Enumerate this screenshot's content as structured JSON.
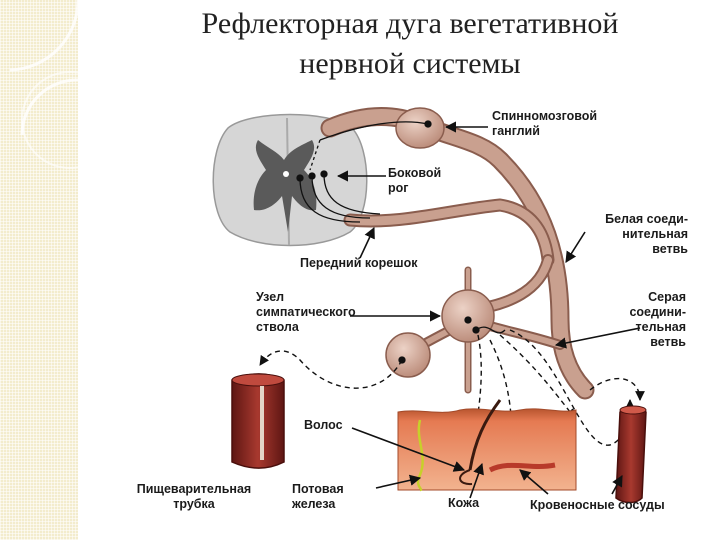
{
  "title": {
    "line1": "Рефлекторная дуга вегетативной",
    "line2": "нервной системы"
  },
  "labels": {
    "spinal_ganglion": [
      "Спинномозговой",
      "ганглий"
    ],
    "lateral_horn": [
      "Боковой",
      "рог"
    ],
    "white_ramus": [
      "Белая соеди-",
      "нительная",
      "ветвь"
    ],
    "anterior_root": "Передний корешок",
    "sympathetic_node": [
      "Узел",
      "симпатического",
      "ствола"
    ],
    "gray_ramus": [
      "Серая",
      "соедини-",
      "тельная",
      "ветвь"
    ],
    "hair": "Волос",
    "digestive_tube": [
      "Пищеварительная",
      "трубка"
    ],
    "sweat_gland": [
      "Потовая",
      "железа"
    ],
    "skin": "Кожа",
    "blood_vessels": "Кровеносные сосуды"
  },
  "colors": {
    "nerve": "#c9a08f",
    "nerve_outline": "#8a5d4e",
    "ganglion": "#d7b2a3",
    "gray_matter": "#5a5a5a",
    "white_matter": "#d6d6d6",
    "muscle": "#8c2a26",
    "skin": "#d65a3b",
    "background_strip": "#f3eccd"
  }
}
